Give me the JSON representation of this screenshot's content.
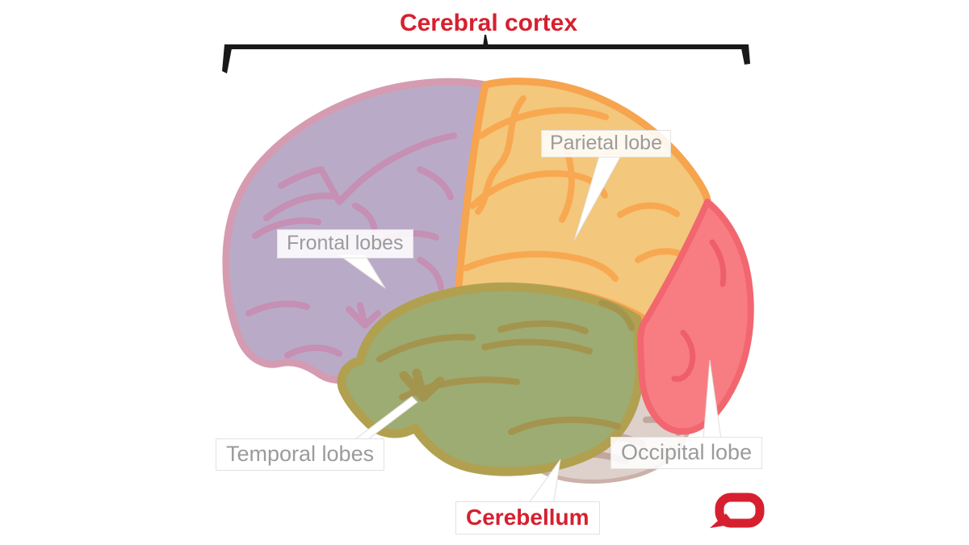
{
  "title": {
    "text": "Cerebral cortex"
  },
  "labels": {
    "parietal": {
      "text": "Parietal lobe"
    },
    "frontal": {
      "text": "Frontal lobes"
    },
    "temporal": {
      "text": "Temporal lobes"
    },
    "occipital": {
      "text": "Occipital lobe"
    },
    "cerebellum": {
      "text": "Cerebellum"
    }
  },
  "regions": [
    {
      "name": "Frontal lobes",
      "color": "#b9abc8"
    },
    {
      "name": "Parietal lobe",
      "color": "#f3c77c"
    },
    {
      "name": "Temporal lobes",
      "color": "#9dac72"
    },
    {
      "name": "Occipital lobe",
      "color": "#f87d82"
    },
    {
      "name": "Cerebellum",
      "color": "#ded0ca"
    }
  ],
  "colors": {
    "accent_red": "#d6202f",
    "label_text_gray": "#9b9b9b",
    "bracket_black": "#191919",
    "frontal_fill": "#b9abc8",
    "frontal_outline": "#d49bb1",
    "parietal_fill": "#f3c77c",
    "parietal_outline": "#f6a44d",
    "temporal_fill": "#9dac72",
    "temporal_outline": "#b1a050",
    "occipital_fill": "#f87d82",
    "occipital_outline": "#f2666f",
    "cerebellum_fill": "#ded0ca",
    "cerebellum_outline": "#cbb1aa"
  },
  "logo": {
    "name": "speech-bubble",
    "color": "#d6202f"
  }
}
